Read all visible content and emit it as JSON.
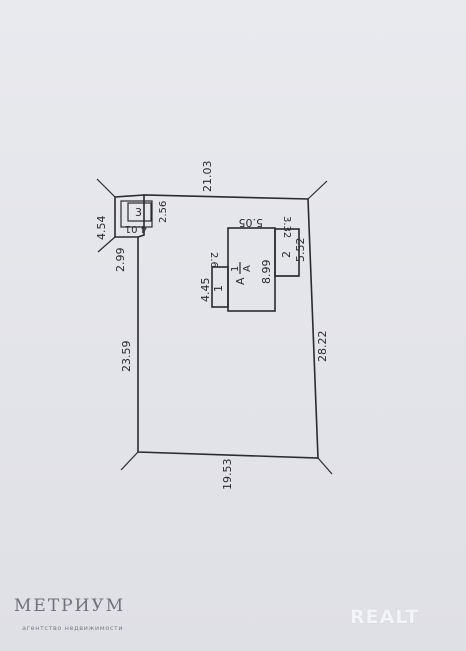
{
  "plot": {
    "north": "21.03",
    "south": "19.53",
    "west_lower": "23.59",
    "west_upper": "2.99",
    "east": "28.22",
    "notch": "4.54",
    "notch_small": "4.01"
  },
  "buildings": {
    "shed_3": {
      "label": "3",
      "size": "2.56"
    },
    "main_house": {
      "label_top": "А",
      "label_frac_num": "1",
      "label_frac_den": "А",
      "width": "5.05",
      "depth": "8.99"
    },
    "annex_1": {
      "label": "1",
      "depth": "4.45",
      "width": "2.6"
    },
    "annex_2": {
      "label": "2",
      "depth": "5.52",
      "width": "3.32"
    }
  },
  "brand": {
    "name": "МЕТРИУМ",
    "tagline": "агентство недвижимости",
    "watermark": "REALT"
  }
}
